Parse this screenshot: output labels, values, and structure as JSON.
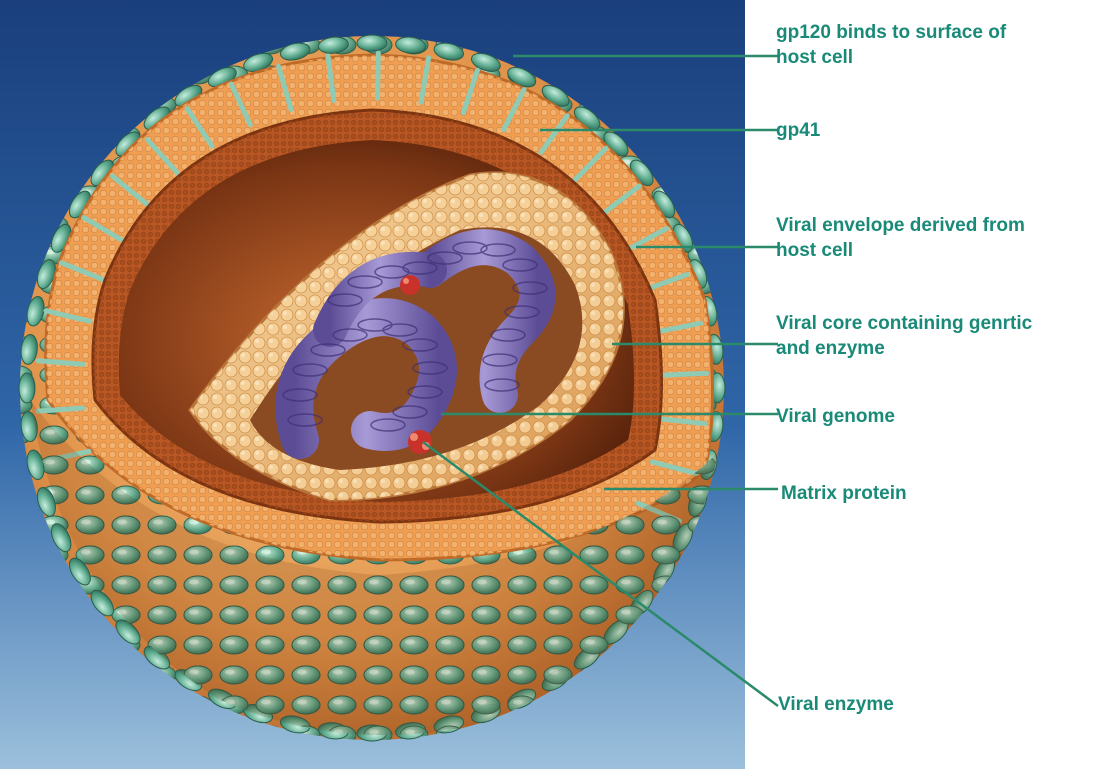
{
  "labels": {
    "gp120": "gp120 binds to surface of\nhost cell",
    "gp41": "gp41",
    "envelope": "Viral envelope derived from\nhost cell",
    "core": "Viral core containing genrtic\nand enzyme",
    "genome": "Viral genome",
    "matrix": "Matrix protein",
    "enzyme": "Viral enzyme"
  },
  "colors": {
    "label_text": "#1a8a78",
    "leader_line": "#2a8a6a",
    "background_blue": "#1d4c8c",
    "envelope_orange": "#f0a860",
    "spike_green": "#4e9e86",
    "genome_purple": "#7c6cb0"
  }
}
